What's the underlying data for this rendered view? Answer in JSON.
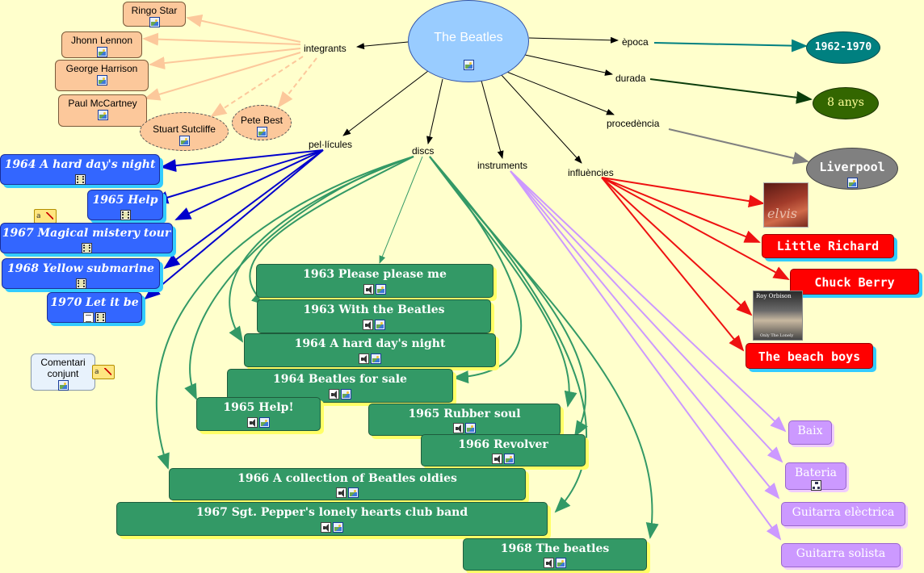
{
  "map": {
    "root": "The Beatles",
    "link_labels": {
      "integrants": "integrants",
      "epoca": "època",
      "durada": "durada",
      "procedencia": "procedència",
      "pellicules": "pel·lícules",
      "discs": "discs",
      "instruments": "instruments",
      "influencies": "influències"
    },
    "members": [
      "Ringo Star",
      "Jhonn Lennon",
      "George Harrison",
      "Paul McCartney"
    ],
    "former_members": [
      "Stuart Sutcliffe",
      "Pete Best"
    ],
    "epoca_value": "1962-1970",
    "durada_value": "8 anys",
    "procedencia_value": "Liverpool",
    "films": [
      "1964 A hard day's night",
      "1965 Help",
      "1967 Magical mistery tour",
      "1968 Yellow submarine",
      "1970 Let it be"
    ],
    "albums": [
      "1963 Please please me",
      "1963 With the Beatles",
      "1964 A hard day's night",
      "1964 Beatles for sale",
      "1965 Help!",
      "1965 Rubber soul",
      "1966 Revolver",
      "1966 A collection of Beatles oldies",
      "1967 Sgt. Pepper's lonely hearts club band",
      "1968 The beatles"
    ],
    "influences": [
      "Little Richard",
      "Chuck Berry",
      "The beach boys"
    ],
    "influence_images": {
      "elvis": "elvis",
      "roy": "Roy Orbison",
      "roy_sub": "Only The Lonely"
    },
    "instruments": [
      "Baix",
      "Bateria",
      "Guitarra elèctrica",
      "Guitarra solista"
    ],
    "comment": "Comentari conjunt",
    "note_icon_text": "a"
  },
  "colors": {
    "background": "#ffffcc",
    "root_fill": "#99ccff",
    "member_fill": "#fcc89b",
    "member_link": "#fcc89b",
    "film_fill": "#3366ff",
    "film_link": "#0000cc",
    "disc_fill": "#339966",
    "disc_link": "#339966",
    "influence_fill": "#ff0000",
    "influence_link": "#ee1111",
    "instrument_fill": "#cc99ff",
    "instrument_link": "#cc99ff",
    "epoca_fill": "#008080",
    "durada_fill": "#336600",
    "procedencia_fill": "#808080"
  }
}
